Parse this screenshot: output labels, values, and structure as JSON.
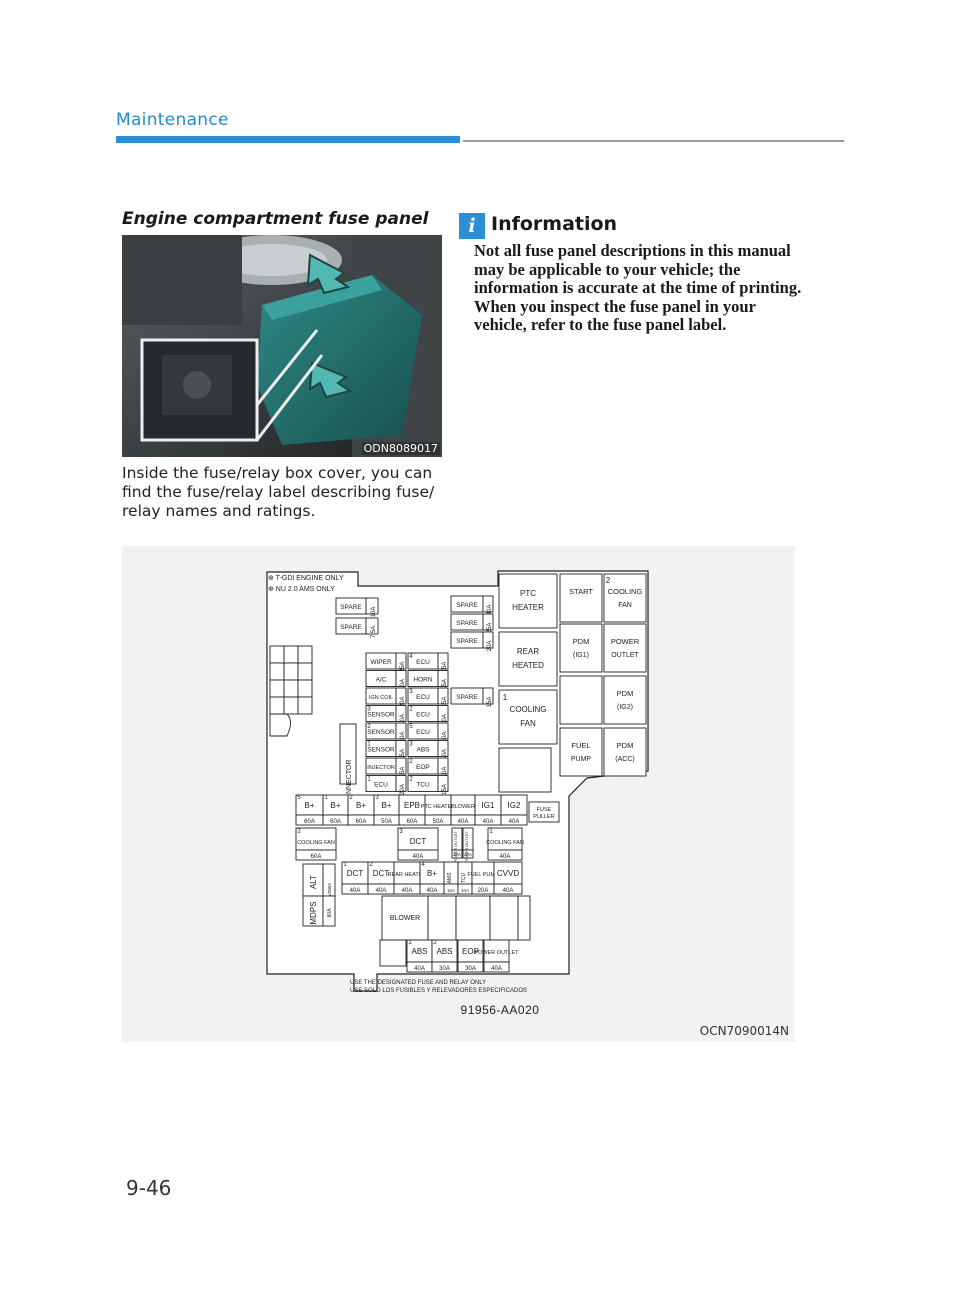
{
  "header": {
    "section": "Maintenance"
  },
  "left": {
    "title": "Engine compartment fuse panel",
    "photo_code": "ODN8089017",
    "caption": "Inside the fuse/relay box cover, you can find the fuse/relay label describing fuse/ relay names and ratings."
  },
  "info": {
    "icon": "info-icon",
    "title": "Information",
    "body": "Not all fuse panel descriptions in this manual may be applicable to your vehicle; the information is accurate at the time of printing. When you inspect the fuse panel in your vehicle, refer to the fuse panel label."
  },
  "diagram": {
    "code": "OCN7090014N",
    "legend1": "T-GDI ENGINE ONLY",
    "legend2": "NU 2.0 AMS ONLY",
    "usage_en": "USE THE DESIGNATED FUSE AND RELAY ONLY",
    "usage_es": "USE SOLO LOS FUSIBLES Y RELEVADORES ESPECIFICADOS",
    "part_number": "91956-AA020",
    "connector": "CONNECTOR",
    "spare_left": [
      {
        "name": "SPARE",
        "rating": "10A"
      },
      {
        "name": "SPARE",
        "rating": "7.5A"
      }
    ],
    "spare_right": [
      {
        "name": "SPARE",
        "rating": "30A"
      },
      {
        "name": "SPARE",
        "rating": "25A"
      },
      {
        "name": "SPARE",
        "rating": "20A"
      }
    ],
    "mini_left": [
      {
        "num": "",
        "name": "WIPER",
        "rating": "25A"
      },
      {
        "num": "",
        "name": "A/C",
        "rating": "10A"
      },
      {
        "num": "",
        "name": "IGN COIL",
        "rating": "20A"
      },
      {
        "num": "3",
        "name": "SENSOR",
        "rating": "10A"
      },
      {
        "num": "2",
        "name": "SENSOR",
        "rating": "10A"
      },
      {
        "num": "1",
        "name": "SENSOR",
        "rating": "15A"
      },
      {
        "num": "",
        "name": "INJECTOR",
        "rating": "15A"
      },
      {
        "num": "1",
        "name": "ECU",
        "rating": "20A"
      }
    ],
    "mini_right": [
      {
        "num": "4",
        "name": "ECU",
        "rating": "15A"
      },
      {
        "num": "",
        "name": "HORN",
        "rating": "15A"
      },
      {
        "num": "3",
        "name": "ECU",
        "rating": "15A"
      },
      {
        "num": "2",
        "name": "ECU",
        "rating": "10A"
      },
      {
        "num": "5",
        "name": "ECU",
        "rating": "10A"
      },
      {
        "num": "3",
        "name": "ABS",
        "rating": "10A"
      },
      {
        "num": "2",
        "name": "EOP",
        "rating": "10A"
      },
      {
        "num": "2",
        "name": "TCU",
        "rating": "15A"
      }
    ],
    "spare_mid": {
      "name": "SPARE",
      "rating": "15A"
    },
    "relays_big": [
      {
        "num": "",
        "line1": "PTC",
        "line2": "HEATER"
      },
      {
        "num": "",
        "line1": "REAR",
        "line2": "HEATED"
      },
      {
        "num": "1",
        "line1": "COOLING",
        "line2": "FAN"
      }
    ],
    "relays_small": [
      {
        "num": "",
        "line1": "START",
        "line2": ""
      },
      {
        "num": "2",
        "line1": "COOLING",
        "line2": "FAN"
      },
      {
        "num": "",
        "line1": "PDM",
        "line2": "(IG1)"
      },
      {
        "num": "",
        "line1": "POWER",
        "line2": "OUTLET"
      },
      {
        "num": "",
        "line1": "",
        "line2": ""
      },
      {
        "num": "",
        "line1": "PDM",
        "line2": "(IG2)"
      },
      {
        "num": "",
        "line1": "FUEL",
        "line2": "PUMP"
      },
      {
        "num": "",
        "line1": "PDM",
        "line2": "(ACC)"
      }
    ],
    "fuse_row1": [
      {
        "num": "5",
        "name": "B+",
        "rating": "60A"
      },
      {
        "num": "1",
        "name": "B+",
        "rating": "60A"
      },
      {
        "num": "2",
        "name": "B+",
        "rating": "60A"
      },
      {
        "num": "3",
        "name": "B+",
        "rating": "50A"
      },
      {
        "num": "",
        "name": "EPB",
        "rating": "60A"
      },
      {
        "num": "",
        "name": "PTC HEATER",
        "rating": "50A"
      },
      {
        "num": "",
        "name": "BLOWER",
        "rating": "40A"
      },
      {
        "num": "",
        "name": "IG1",
        "rating": "40A"
      },
      {
        "num": "",
        "name": "IG2",
        "rating": "40A"
      }
    ],
    "fuse_puller": "FUSE PULLER",
    "fuse_row2": [
      {
        "num": "2",
        "name": "COOLING FAN",
        "rating": "60A"
      },
      {
        "num": "3",
        "name": "DCT",
        "rating": "40A"
      },
      {
        "num": "",
        "name": "POWER OUTLET",
        "rating": "20A"
      },
      {
        "num": "",
        "name": "POWER OUTLET",
        "rating": "20A"
      },
      {
        "num": "1",
        "name": "COOLING FAN",
        "rating": "40A"
      }
    ],
    "fuse_row3": [
      {
        "num": "1",
        "name": "DCT",
        "rating": "40A"
      },
      {
        "num": "2",
        "name": "DCT",
        "rating": "40A"
      },
      {
        "num": "",
        "name": "REAR HEATED",
        "rating": "40A"
      },
      {
        "num": "4",
        "name": "B+",
        "rating": "40A"
      },
      {
        "num": "",
        "name": "AMS",
        "rating": "10A"
      },
      {
        "num": "",
        "name": "TCU",
        "rating": "10A"
      },
      {
        "num": "",
        "name": "FUEL PUMP",
        "rating": "20A"
      },
      {
        "num": "",
        "name": "CVVD",
        "rating": "40A"
      }
    ],
    "alt": {
      "name": "ALT",
      "rating": "150A/200A"
    },
    "mdps": {
      "name": "MDPS",
      "rating": "80A"
    },
    "blower_relay": "BLOWER",
    "fuse_row4": [
      {
        "num": "1",
        "name": "ABS",
        "rating": "40A"
      },
      {
        "num": "2",
        "name": "ABS",
        "rating": "30A"
      },
      {
        "num": "",
        "name": "EOP",
        "rating": "30A"
      },
      {
        "num": "",
        "name": "POWER OUTLET",
        "rating": "40A"
      }
    ]
  },
  "page_number": "9-46"
}
